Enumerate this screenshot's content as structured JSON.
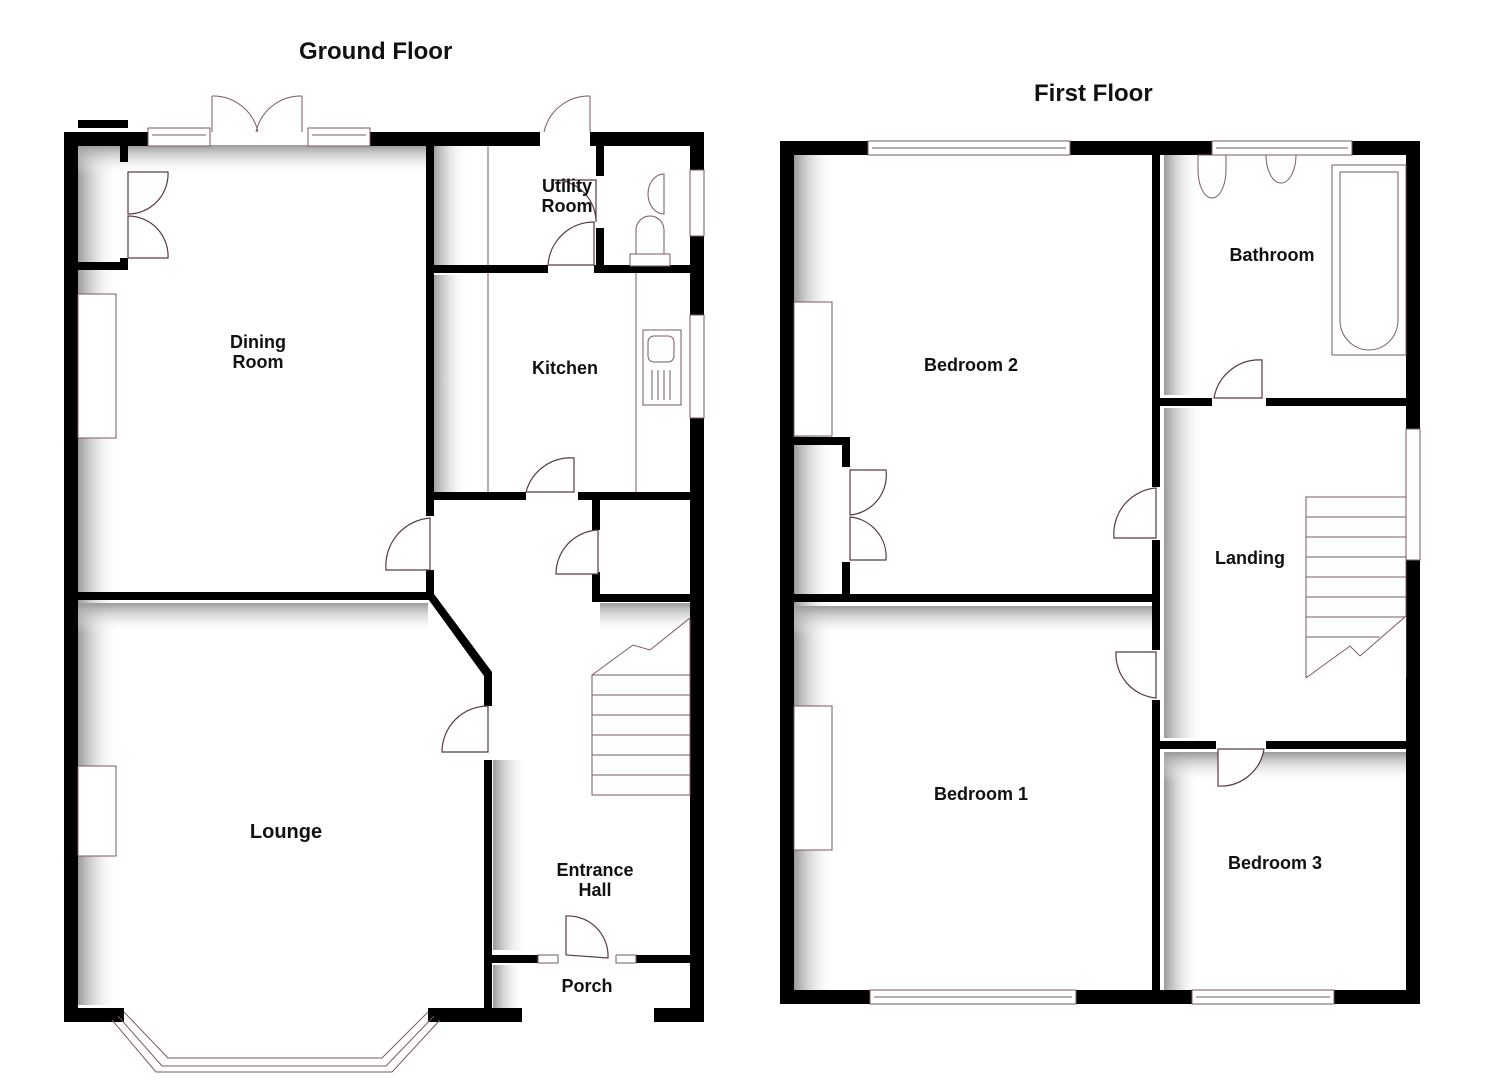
{
  "floors": [
    {
      "title": "Ground Floor",
      "rooms": [
        {
          "name": "Dining Room",
          "line1": "Dining",
          "line2": "Room"
        },
        {
          "name": "Utility Room",
          "line1": "Utility",
          "line2": "Room"
        },
        {
          "name": "Kitchen",
          "line1": "Kitchen"
        },
        {
          "name": "Lounge",
          "line1": "Lounge"
        },
        {
          "name": "Entrance Hall",
          "line1": "Entrance",
          "line2": "Hall"
        },
        {
          "name": "Porch",
          "line1": "Porch"
        }
      ]
    },
    {
      "title": "First Floor",
      "rooms": [
        {
          "name": "Bedroom 2",
          "line1": "Bedroom 2"
        },
        {
          "name": "Bathroom",
          "line1": "Bathroom"
        },
        {
          "name": "Landing",
          "line1": "Landing"
        },
        {
          "name": "Bedroom 1",
          "line1": "Bedroom 1"
        },
        {
          "name": "Bedroom 3",
          "line1": "Bedroom 3"
        }
      ]
    }
  ],
  "colors": {
    "wall": "#000000",
    "fixture_line": "#7a5a5f",
    "background": "#ffffff"
  }
}
